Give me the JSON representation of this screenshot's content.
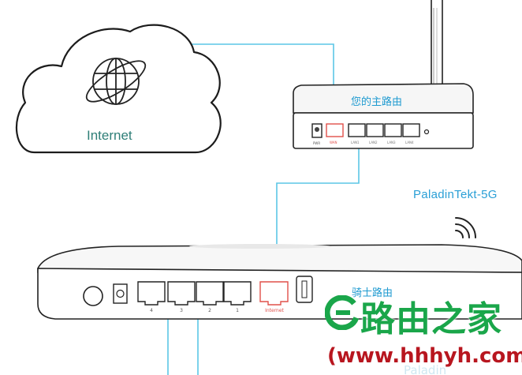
{
  "diagram": {
    "cloud": {
      "label": "Internet"
    },
    "main_router": {
      "label": "您的主路由",
      "ports": [
        "WAN",
        "LAN1",
        "LAN2",
        "LAN3",
        "LAN4"
      ],
      "power_label": "PWR"
    },
    "secondary_router": {
      "label": "骑士路由",
      "ssid": "PaladinTekt-5G",
      "ports": [
        "4",
        "3",
        "2",
        "1"
      ],
      "internet_port_label": "Internet"
    }
  },
  "watermark": {
    "title": "路由之家",
    "url": "(www.hhhyh.com)",
    "partial_text": "Paladin"
  },
  "colors": {
    "cable": "#5cc6e6",
    "wan_port": "#e0504a",
    "device_outline": "#222222",
    "watermark_green": "#1aa64a",
    "watermark_red": "#b8161f"
  }
}
